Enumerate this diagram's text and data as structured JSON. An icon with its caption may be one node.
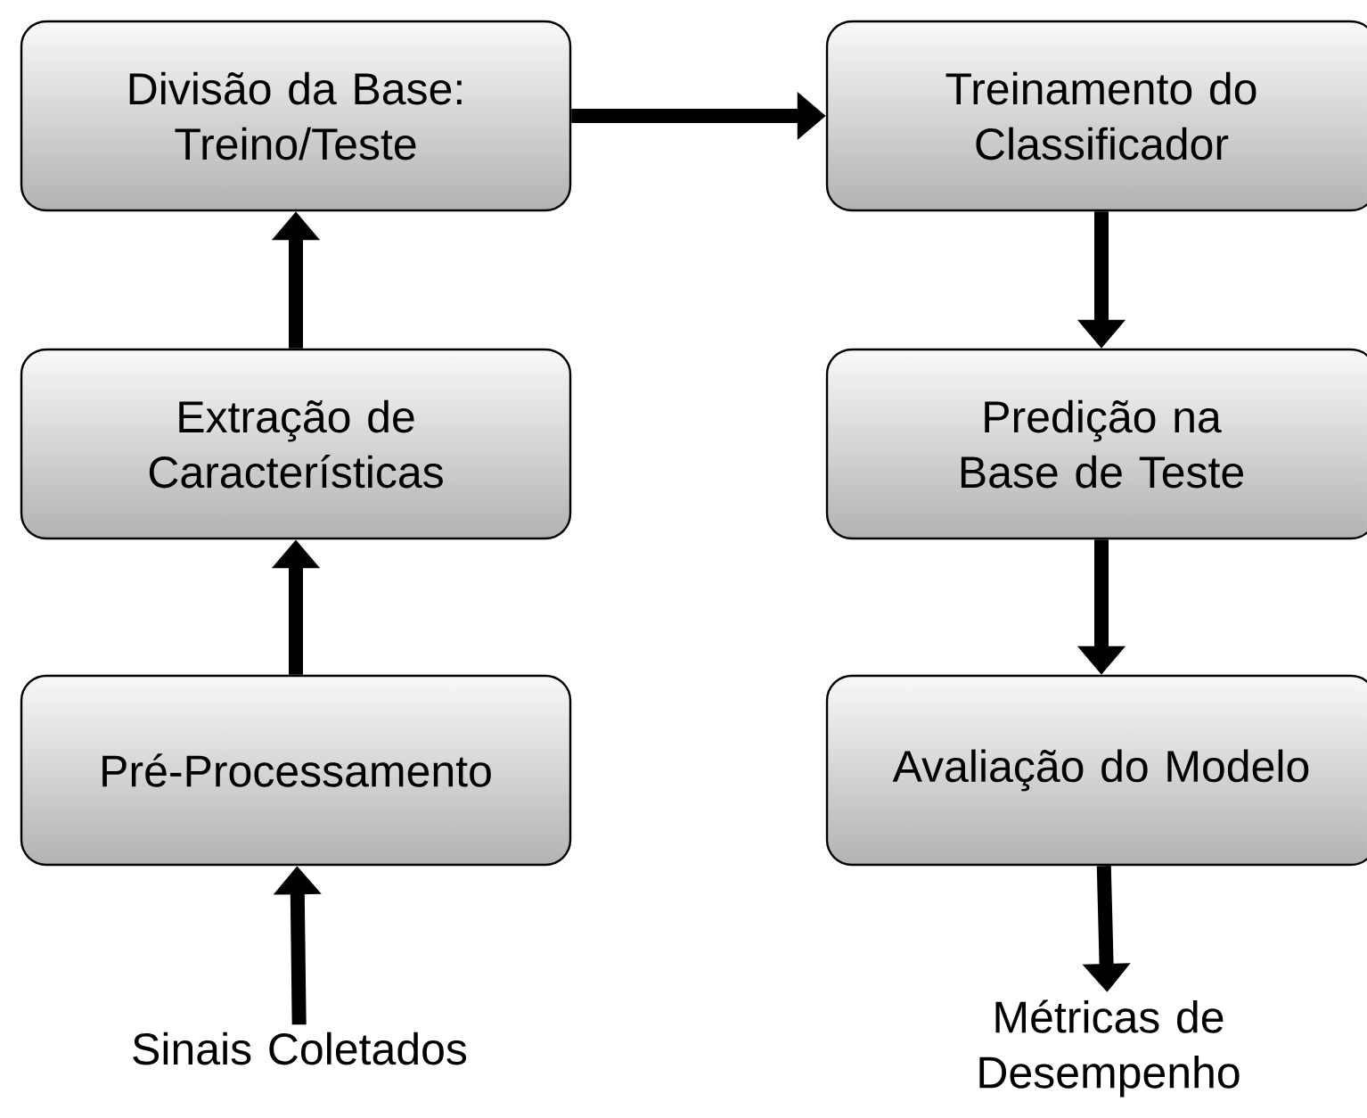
{
  "diagram": {
    "nodes": [
      {
        "text": [
          "Divisão da Base: Treino/Teste"
        ]
      },
      {
        "text": [
          "Treinamento do Classificador"
        ]
      },
      {
        "text": [
          "Extração de Características"
        ]
      },
      {
        "text": [
          "Predição na Base de Teste"
        ]
      },
      {
        "text": [
          "Pré-Processamento"
        ]
      },
      {
        "text": [
          "Avaliação do Modelo"
        ]
      },
      {
        "text": [
          "Sinais Coletados"
        ]
      },
      {
        "text": [
          "Métricas de Desempenho"
        ]
      }
    ],
    "edges": [
      {
        "from": 6,
        "to": 4,
        "arrow": "to"
      },
      {
        "from": 4,
        "to": 2,
        "arrow": "to"
      },
      {
        "from": 2,
        "to": 0,
        "arrow": "to"
      },
      {
        "from": 0,
        "to": 1,
        "arrow": "to"
      },
      {
        "from": 1,
        "to": 3,
        "arrow": "to"
      },
      {
        "from": 3,
        "to": 5,
        "arrow": "to"
      },
      {
        "from": 5,
        "to": 7,
        "arrow": "to"
      }
    ]
  }
}
